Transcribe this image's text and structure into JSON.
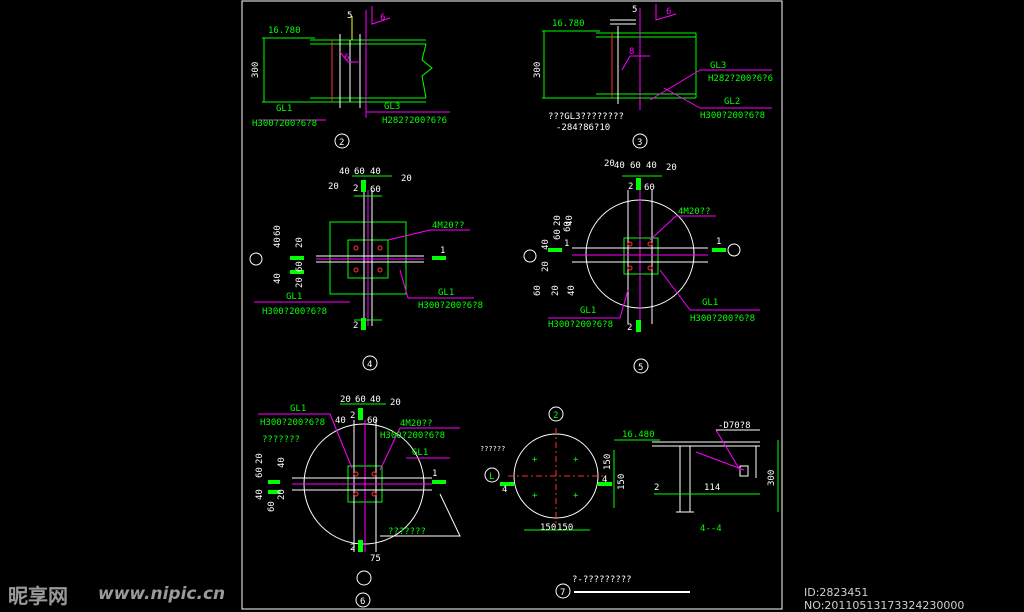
{
  "colors": {
    "green": "#00ff00",
    "magenta": "#ff00ff",
    "white": "#ffffff",
    "red": "#ff3030",
    "yellow": "#ffff00",
    "cyan": "#00ffff",
    "violet": "#b000ff"
  },
  "details": {
    "d2": {
      "num": "2",
      "elev": "16.780",
      "height": "300",
      "gl1": "GL1",
      "gl1_spec": "H300?200?6?8",
      "gl3": "GL3",
      "gl3_spec": "H282?200?6?6",
      "weld_a": "5",
      "weld_b": "6",
      "weld_c": "6"
    },
    "d3": {
      "num": "3",
      "elev": "16.780",
      "height": "300",
      "gl3": "GL3",
      "gl3_spec": "H282?200?6?6",
      "gl2": "GL2",
      "gl2_spec": "H300?200?6?8",
      "note1": "???GL3????????",
      "note2": "-284?86?10",
      "weld_a": "5",
      "weld_b": "6",
      "weld_c": "8"
    },
    "d4": {
      "num": "4",
      "top_dims": [
        "40",
        "60",
        "40"
      ],
      "dim_20a": "20",
      "dim_20b": "20",
      "dim_60": "60",
      "cut2": "2",
      "cut1": "1",
      "bolt": "4M20??",
      "left_dims": [
        "40",
        "60",
        "40",
        "20",
        "60",
        "20"
      ],
      "gl1_a": "GL1",
      "spec_a": "H300?200?6?8",
      "gl1_b": "GL1",
      "spec_b": "H300?200?6?8"
    },
    "d5": {
      "num": "5",
      "top_dims": [
        "40",
        "60",
        "40"
      ],
      "dim_20a": "20",
      "dim_20b": "20",
      "dim_60": "60",
      "cut2": "2",
      "cut1": "1",
      "bolt": "4M20??",
      "left_dims": [
        "40",
        "60",
        "40",
        "20",
        "60",
        "20",
        "60",
        "20",
        "40"
      ],
      "gl1_a": "GL1",
      "spec_a": "H300?200?6?8",
      "gl1_b": "GL1",
      "spec_b": "H300?200?6?8"
    },
    "d6": {
      "num": "6",
      "top_dims": [
        "20",
        "60",
        "40"
      ],
      "dim_20a": "20",
      "dim_40": "40",
      "dim_60": "60",
      "cut2": "2",
      "cut1": "1",
      "bolt": "4M20??",
      "bolt_spec": "H300?200?6?8",
      "left_dims": [
        "40",
        "60",
        "20",
        "40",
        "60",
        "20"
      ],
      "gl1_a": "GL1",
      "spec_a": "H300?200?6?8",
      "note_a": "???????",
      "gl1_b": "GL1",
      "note_b": "???????",
      "dim_75": "75"
    },
    "d7": {
      "num": "7",
      "top_ref": "2",
      "left_ref": "L",
      "title": "?-?????????",
      "dim_150a": "150",
      "dim_150b": "150",
      "dim_150c": "150",
      "dim_150d": "150",
      "mark4a": "4",
      "mark4b": "4",
      "plate_label": "??????"
    },
    "s44": {
      "elev": "16.480",
      "spec": "-D70?8",
      "height": "300",
      "dim_2": "2",
      "dim_114": "114",
      "title": "4--4"
    }
  },
  "watermark": {
    "cn": "昵享网",
    "url": "www.nipic.cn",
    "id": "ID:2823451 NO:20110513173324230000"
  }
}
